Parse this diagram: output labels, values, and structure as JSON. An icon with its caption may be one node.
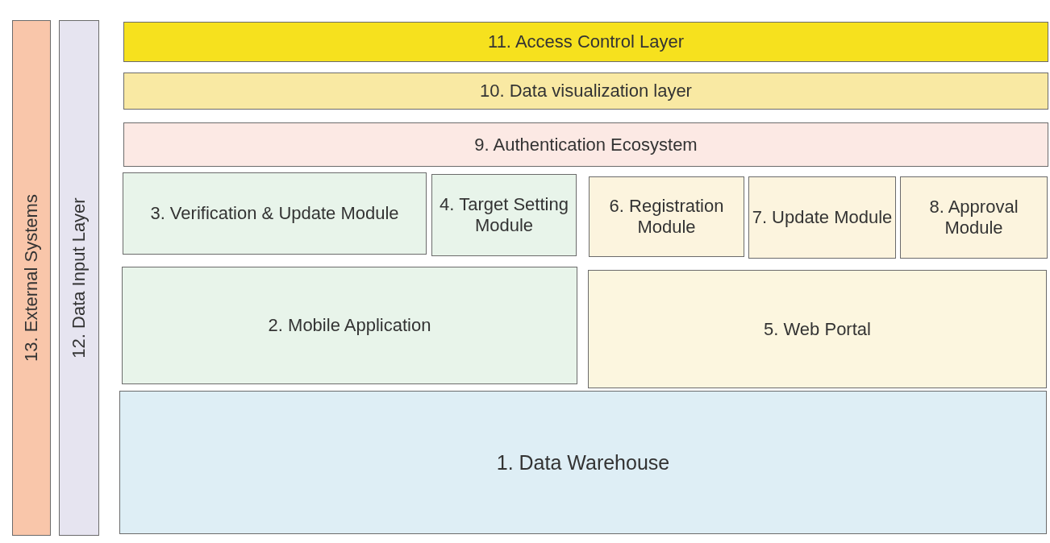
{
  "diagram": {
    "nodes": [
      {
        "text": [
          "13. External Systems"
        ]
      },
      {
        "text": [
          "12. Data Input Layer"
        ]
      },
      {
        "text": [
          "11. Access Control Layer"
        ]
      },
      {
        "text": [
          "10. Data visualization layer"
        ]
      },
      {
        "text": [
          "9. Authentication Ecosystem"
        ]
      },
      {
        "text": [
          "3. Verification & Update Module"
        ]
      },
      {
        "text": [
          "4. Target Setting Module"
        ]
      },
      {
        "text": [
          "6. Registration Module"
        ]
      },
      {
        "text": [
          "7. Update Module"
        ]
      },
      {
        "text": [
          "8. Approval Module"
        ]
      },
      {
        "text": [
          "2. Mobile Application"
        ]
      },
      {
        "text": [
          "5. Web Portal"
        ]
      },
      {
        "text": [
          "1. Data Warehouse"
        ]
      }
    ],
    "edges": []
  }
}
